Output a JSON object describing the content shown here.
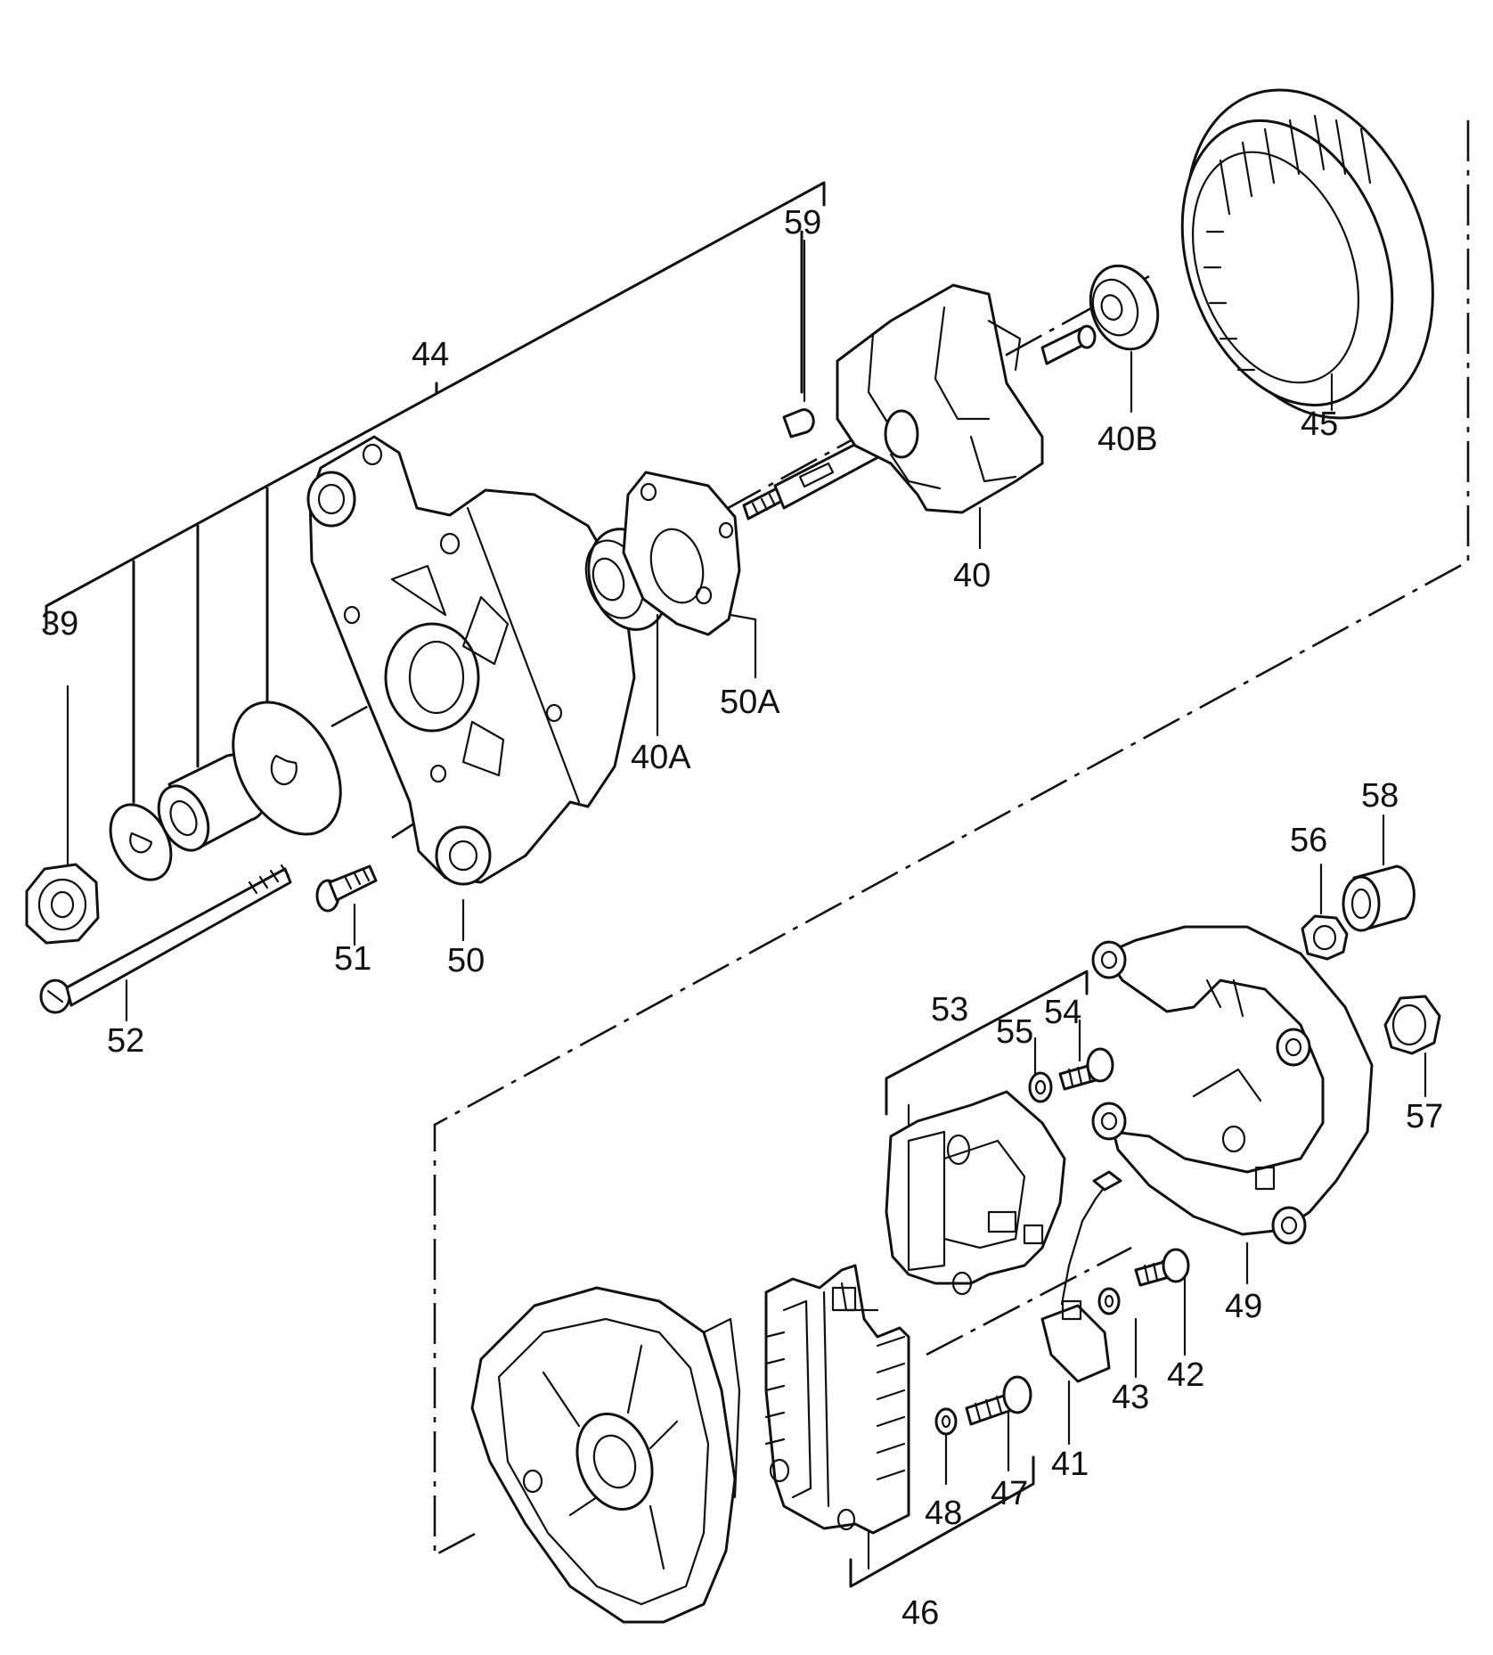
{
  "labels": {
    "p39": "39",
    "p40": "40",
    "p40A": "40A",
    "p40B": "40B",
    "p41": "41",
    "p42": "42",
    "p43": "43",
    "p44": "44",
    "p45": "45",
    "p46": "46",
    "p47": "47",
    "p48": "48",
    "p49": "49",
    "p50": "50",
    "p50A": "50A",
    "p51": "51",
    "p52": "52",
    "p53": "53",
    "p54": "54",
    "p55": "55",
    "p56": "56",
    "p57": "57",
    "p58": "58",
    "p59": "59"
  }
}
